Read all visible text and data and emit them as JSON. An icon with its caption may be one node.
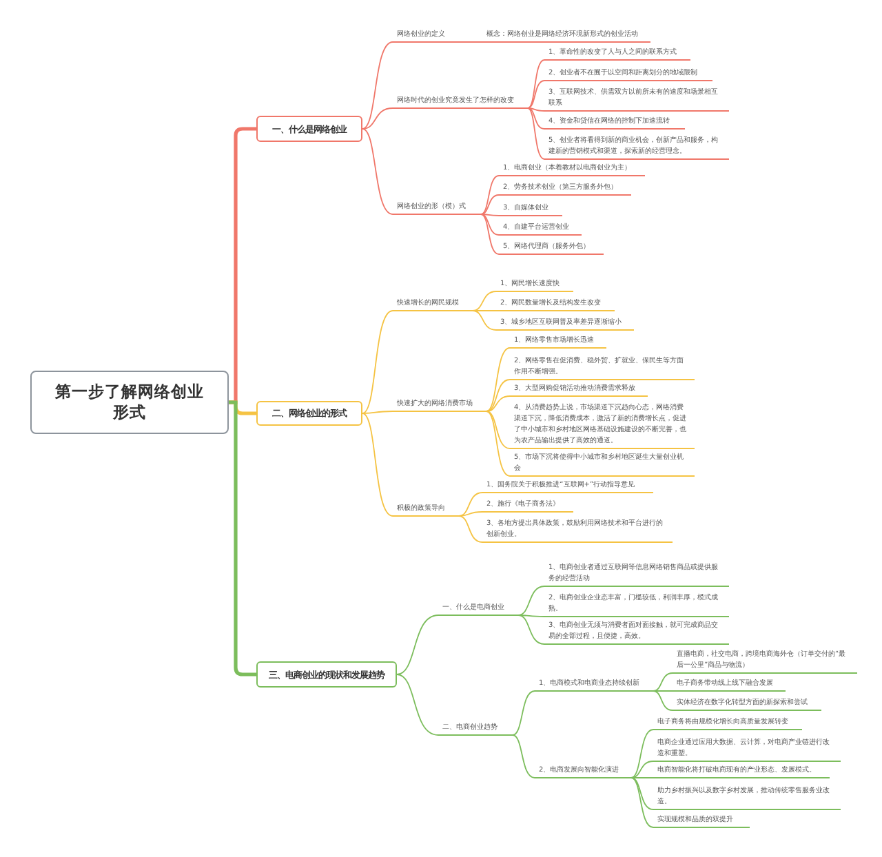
{
  "diagram": {
    "nodes": [
      {
        "text": [
          "第一步了解网络创业形式"
        ]
      },
      {
        "text": [
          "一、什么是网络创业"
        ]
      },
      {
        "text": [
          "网络创业的定义"
        ]
      },
      {
        "text": [
          "概念：网络创业是网络经济环境新形式的创业活动"
        ]
      },
      {
        "text": [
          "网络时代的创业究竟发生了怎样的改变"
        ]
      },
      {
        "text": [
          "1、革命性的改变了人与人之间的联系方式"
        ]
      },
      {
        "text": [
          "2、创业者不在囿于以空间和距离划分的地域限制"
        ]
      },
      {
        "text": [
          "3、互联网技术、供需双方以前所未有的速度和场景相互联系"
        ]
      },
      {
        "text": [
          "4、资金和贷信在网络的控制下加速流转"
        ]
      },
      {
        "text": [
          "5、创业者将看得到新的商业机会，创新产品和服务，构建新的营销模式和渠道，探索新的经营理念。"
        ]
      },
      {
        "text": [
          "网络创业的形（模）式"
        ]
      },
      {
        "text": [
          "1、电商创业（本着教材以电商创业为主）"
        ]
      },
      {
        "text": [
          "2、劳务技术创业（第三方服务外包）"
        ]
      },
      {
        "text": [
          "3、自媒体创业"
        ]
      },
      {
        "text": [
          "4、自建平台运营创业"
        ]
      },
      {
        "text": [
          "5、网络代理商（服务外包）"
        ]
      },
      {
        "text": [
          "二、网络创业的形式"
        ]
      },
      {
        "text": [
          "快速增长的网民规模"
        ]
      },
      {
        "text": [
          "1、网民增长速度快"
        ]
      },
      {
        "text": [
          "2、网民数量增长及结构发生改变"
        ]
      },
      {
        "text": [
          "3、城乡地区互联网普及率差异逐渐缩小"
        ]
      },
      {
        "text": [
          "快速扩大的网络消费市场"
        ]
      },
      {
        "text": [
          "1、网络零售市场增长迅速"
        ]
      },
      {
        "text": [
          "2、网络零售在促消费、稳外贸、扩就业、保民生等方面作用不断增强。"
        ]
      },
      {
        "text": [
          "3、大型网购促销活动推动消费需求释放"
        ]
      },
      {
        "text": [
          "4、从消费趋势上说，市场渠道下沉趋向心态，网络消费渠道下沉，降低消费成本，激活了新的消费增长点，促进了中小城市和乡村地区网络基础设施建设的不断完善，也为农产品输出提供了高效的通道。"
        ]
      },
      {
        "text": [
          "5、市场下沉将使得中小城市和乡村地区诞生大量创业机会"
        ]
      },
      {
        "text": [
          "积极的政策导向"
        ]
      },
      {
        "text": [
          "1、国务院关于积极推进“互联网+”行动指导意见"
        ]
      },
      {
        "text": [
          "2、施行《电子商务法》"
        ]
      },
      {
        "text": [
          "3、各地方提出具体政策，鼓励利用网络技术和平台进行的创新创业。"
        ]
      },
      {
        "text": [
          "三、电商创业的现状和发展趋势"
        ]
      },
      {
        "text": [
          "一、什么是电商创业"
        ]
      },
      {
        "text": [
          "1、电商创业者通过互联网等信息网络销售商品或提供服务的经营活动"
        ]
      },
      {
        "text": [
          "2、电商创业企业态丰富，门槛较低，利润丰厚，模式成熟。"
        ]
      },
      {
        "text": [
          "3、电商创业无须与消费者面对面接触，就可完成商品交易的全部过程，且便捷，高效。"
        ]
      },
      {
        "text": [
          "二、电商创业趋势"
        ]
      },
      {
        "text": [
          "1、电商模式和电商业态持续创新"
        ]
      },
      {
        "text": [
          "直播电商，社交电商，跨境电商海外仓（订单交付的“最后一公里”商品与物流）"
        ]
      },
      {
        "text": [
          "电子商务带动线上线下融合发展"
        ]
      },
      {
        "text": [
          "实体经济在数字化转型方面的新探索和尝试"
        ]
      },
      {
        "text": [
          "2、电商发展向智能化演进"
        ]
      },
      {
        "text": [
          "电子商务将由规模化增长向高质量发展转变"
        ]
      },
      {
        "text": [
          "电商企业通过应用大数据、云计算，对电商产业链进行改造和重塑。"
        ]
      },
      {
        "text": [
          "电商智能化将打破电商现有的产业形态、发展模式。"
        ]
      },
      {
        "text": [
          "助力乡村振兴以及数字乡村发展，推动传统零售服务业改造。"
        ]
      },
      {
        "text": [
          "实现规模和品质的双提升"
        ]
      }
    ],
    "edges": [
      {
        "from": 0,
        "to": 1,
        "arrow": "none",
        "style": "thick",
        "color": "#f0776a"
      },
      {
        "from": 1,
        "to": 2,
        "arrow": "none",
        "color": "#f0776a"
      },
      {
        "from": 2,
        "to": 3,
        "arrow": "none",
        "color": "#f0776a"
      },
      {
        "from": 1,
        "to": 4,
        "arrow": "none",
        "color": "#f0776a"
      },
      {
        "from": 4,
        "to": 5,
        "arrow": "none",
        "color": "#f0776a"
      },
      {
        "from": 4,
        "to": 6,
        "arrow": "none",
        "color": "#f0776a"
      },
      {
        "from": 4,
        "to": 7,
        "arrow": "none",
        "color": "#f0776a"
      },
      {
        "from": 4,
        "to": 8,
        "arrow": "none",
        "color": "#f0776a"
      },
      {
        "from": 4,
        "to": 9,
        "arrow": "none",
        "color": "#f0776a"
      },
      {
        "from": 1,
        "to": 10,
        "arrow": "none",
        "color": "#f0776a"
      },
      {
        "from": 10,
        "to": 11,
        "arrow": "none",
        "color": "#f0776a"
      },
      {
        "from": 10,
        "to": 12,
        "arrow": "none",
        "color": "#f0776a"
      },
      {
        "from": 10,
        "to": 13,
        "arrow": "none",
        "color": "#f0776a"
      },
      {
        "from": 10,
        "to": 14,
        "arrow": "none",
        "color": "#f0776a"
      },
      {
        "from": 10,
        "to": 15,
        "arrow": "none",
        "color": "#f0776a"
      },
      {
        "from": 0,
        "to": 16,
        "arrow": "none",
        "style": "thick",
        "color": "#f5c343"
      },
      {
        "from": 16,
        "to": 17,
        "arrow": "none",
        "color": "#f5c343"
      },
      {
        "from": 17,
        "to": 18,
        "arrow": "none",
        "color": "#f5c343"
      },
      {
        "from": 17,
        "to": 19,
        "arrow": "none",
        "color": "#f5c343"
      },
      {
        "from": 17,
        "to": 20,
        "arrow": "none",
        "color": "#f5c343"
      },
      {
        "from": 16,
        "to": 21,
        "arrow": "none",
        "color": "#f5c343"
      },
      {
        "from": 21,
        "to": 22,
        "arrow": "none",
        "color": "#f5c343"
      },
      {
        "from": 21,
        "to": 23,
        "arrow": "none",
        "color": "#f5c343"
      },
      {
        "from": 21,
        "to": 24,
        "arrow": "none",
        "color": "#f5c343"
      },
      {
        "from": 21,
        "to": 25,
        "arrow": "none",
        "color": "#f5c343"
      },
      {
        "from": 21,
        "to": 26,
        "arrow": "none",
        "color": "#f5c343"
      },
      {
        "from": 16,
        "to": 27,
        "arrow": "none",
        "color": "#f5c343"
      },
      {
        "from": 27,
        "to": 28,
        "arrow": "none",
        "color": "#f5c343"
      },
      {
        "from": 27,
        "to": 29,
        "arrow": "none",
        "color": "#f5c343"
      },
      {
        "from": 27,
        "to": 30,
        "arrow": "none",
        "color": "#f5c343"
      },
      {
        "from": 0,
        "to": 31,
        "arrow": "none",
        "style": "thick"
      },
      {
        "from": 31,
        "to": 32,
        "arrow": "none"
      },
      {
        "from": 32,
        "to": 33,
        "arrow": "none"
      },
      {
        "from": 32,
        "to": 34,
        "arrow": "none"
      },
      {
        "from": 32,
        "to": 35,
        "arrow": "none"
      },
      {
        "from": 31,
        "to": 36,
        "arrow": "none"
      },
      {
        "from": 36,
        "to": 37,
        "arrow": "none"
      },
      {
        "from": 37,
        "to": 38,
        "arrow": "none"
      },
      {
        "from": 37,
        "to": 39,
        "arrow": "none"
      },
      {
        "from": 37,
        "to": 40,
        "arrow": "none"
      },
      {
        "from": 36,
        "to": 41,
        "arrow": "none"
      },
      {
        "from": 41,
        "to": 42,
        "arrow": "none"
      },
      {
        "from": 41,
        "to": 43,
        "arrow": "none"
      },
      {
        "from": 41,
        "to": 44,
        "arrow": "none"
      },
      {
        "from": 41,
        "to": 45,
        "arrow": "none"
      },
      {
        "from": 41,
        "to": 46,
        "arrow": "none"
      }
    ]
  }
}
